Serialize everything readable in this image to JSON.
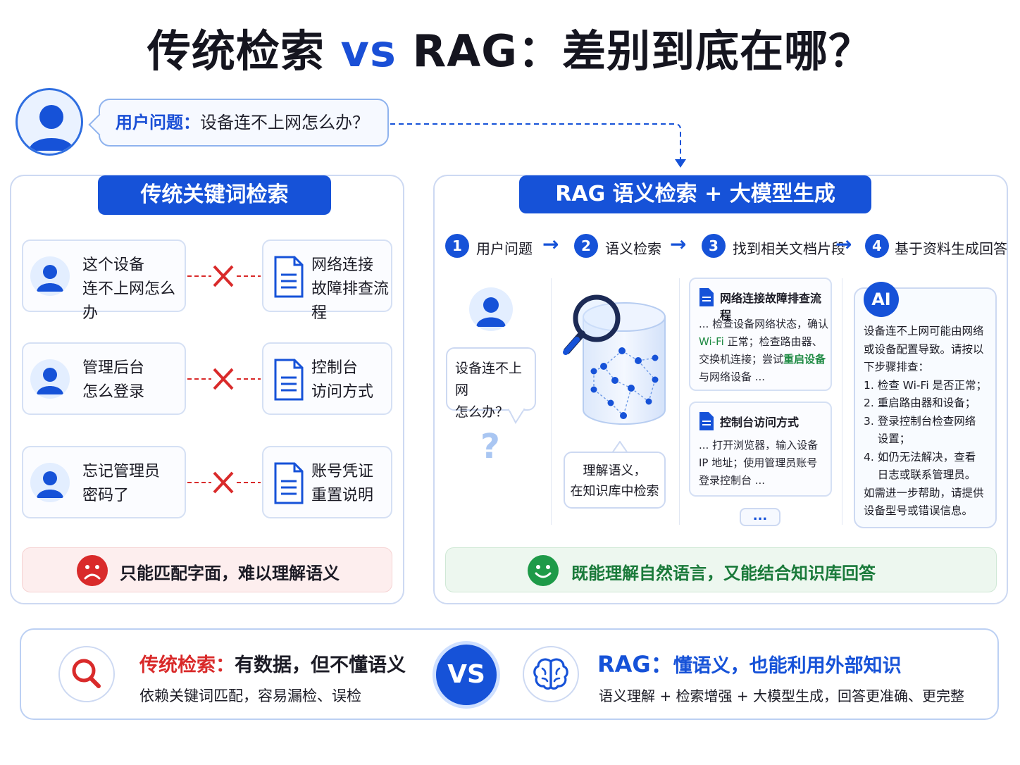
{
  "title": {
    "left": "传统检索",
    "vs": "vs",
    "right": "RAG：差别到底在哪？"
  },
  "question": {
    "label": "用户问题：",
    "text": "设备连不上网怎么办？"
  },
  "left_panel": {
    "header": "传统关键词检索",
    "rows": [
      {
        "query": [
          "这个设备",
          "连不上网怎么办"
        ],
        "doc": [
          "网络连接",
          "故障排查流程"
        ]
      },
      {
        "query": [
          "管理后台",
          "怎么登录"
        ],
        "doc": [
          "控制台",
          "访问方式"
        ]
      },
      {
        "query": [
          "忘记管理员",
          "密码了"
        ],
        "doc": [
          "账号凭证",
          "重置说明"
        ]
      }
    ],
    "summary": "只能匹配字面，难以理解语义"
  },
  "right_panel": {
    "header": "RAG 语义检索 + 大模型生成",
    "steps": [
      {
        "num": "1",
        "label": "用户问题"
      },
      {
        "num": "2",
        "label": "语义检索"
      },
      {
        "num": "3",
        "label": "找到相关文档片段"
      },
      {
        "num": "4",
        "label": "基于资料生成回答"
      }
    ],
    "user_bubble": [
      "设备连不上网",
      "怎么办？"
    ],
    "question_mark": "?",
    "search_bubble": [
      "理解语义，",
      "在知识库中检索"
    ],
    "docs": [
      {
        "title": "网络连接故障排查流程",
        "body_1": "... 检查设备网络状态，确认",
        "body_2a": "Wi-Fi",
        "body_2b": " 正常；检查路由器、",
        "body_3a": "交换机连接；尝试",
        "body_3b": "重启设备",
        "body_4": "与网络设备 ..."
      },
      {
        "title": "控制台访问方式",
        "body_1": "... 打开浏览器，输入设备",
        "body_2": "IP 地址；使用管理员账号",
        "body_3": "登录控制台 ..."
      }
    ],
    "more": "...",
    "ai": {
      "badge": "AI",
      "lines": [
        "设备连不上网可能由网络",
        "或设备配置导致。请按以",
        "下步骤排查：",
        "1. 检查 Wi-Fi 是否正常；",
        "2. 重启路由器和设备；",
        "3. 登录控制台检查网络",
        "    设置；",
        "4. 如仍无法解决，查看",
        "    日志或联系管理员。",
        "如需进一步帮助，请提供",
        "设备型号或错误信息。"
      ]
    },
    "summary": "既能理解自然语言，又能结合知识库回答"
  },
  "bottom": {
    "left_title_a": "传统检索：",
    "left_title_b": "有数据，但不懂语义",
    "left_sub": "依赖关键词匹配，容易漏检、误检",
    "vs": "VS",
    "right_title_a": "RAG：",
    "right_title_b": "懂语义，也能利用外部知识",
    "right_sub": "语义理解 + 检索增强 + 大模型生成，回答更准确、更完整"
  },
  "colors": {
    "brand_blue": "#1652d8",
    "error_red": "#d92a2a",
    "success_green": "#1e8a43"
  }
}
